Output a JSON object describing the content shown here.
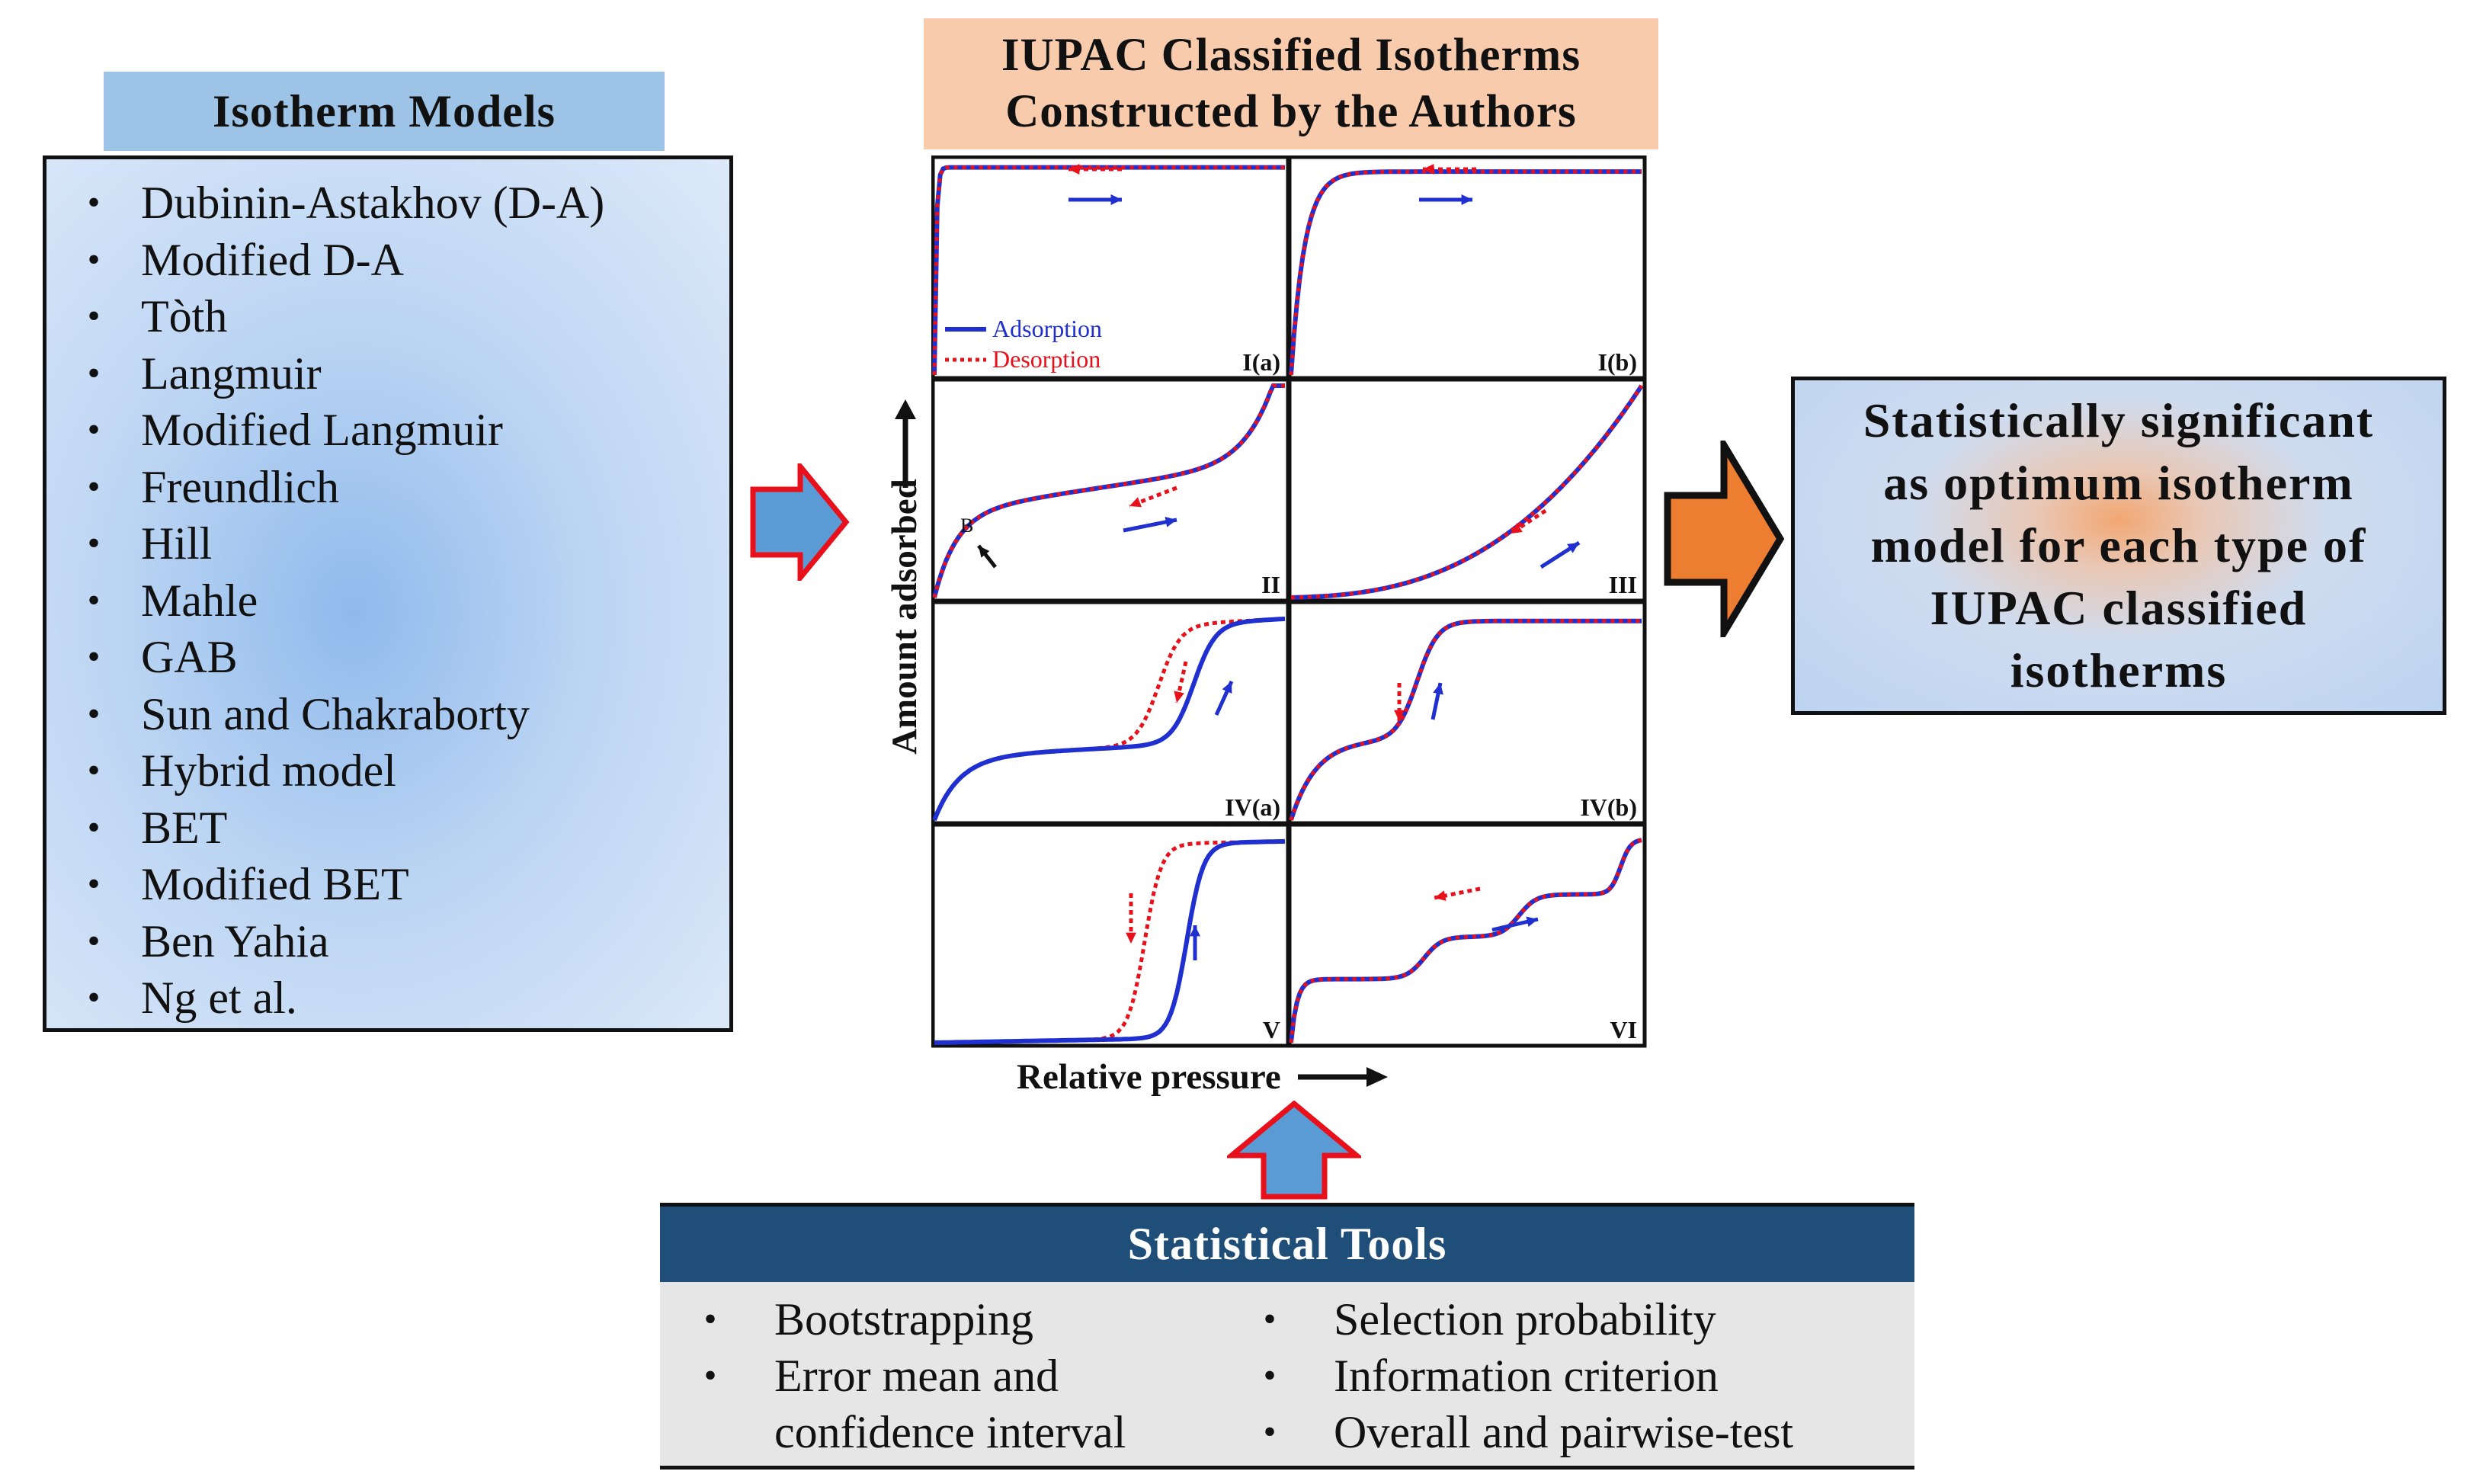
{
  "models": {
    "title": "Isotherm Models",
    "items": [
      "Dubinin-Astakhov (D-A)",
      "Modified D-A",
      "Tòth",
      "Langmuir",
      "Modified Langmuir",
      "Freundlich",
      "Hill",
      "Mahle",
      "GAB",
      "Sun and Chakraborty",
      "Hybrid model",
      "BET",
      "Modified BET",
      "Ben Yahia",
      "Ng et al."
    ]
  },
  "iupac": {
    "title_line1": "IUPAC Classified Isotherms",
    "title_line2": "Constructed by the Authors",
    "ylabel": "Amount adsorbed",
    "xlabel": "Relative pressure",
    "legend": {
      "adsorption": "Adsorption",
      "desorption": "Desorption"
    },
    "point_label": "B",
    "panels": [
      "I(a)",
      "I(b)",
      "II",
      "III",
      "IV(a)",
      "IV(b)",
      "V",
      "VI"
    ]
  },
  "result": {
    "lines": [
      "Statistically significant",
      "as optimum isotherm",
      "model for each type of",
      "IUPAC classified",
      "isotherms"
    ]
  },
  "tools": {
    "title": "Statistical Tools",
    "left": [
      "Bootstrapping",
      "Error mean and",
      "confidence interval"
    ],
    "right": [
      "Selection probability",
      "Information criterion",
      "Overall and pairwise-test"
    ]
  },
  "colors": {
    "adsorption": "#1f2fd0",
    "desorption": "#e8101a",
    "models_title_bg": "#9dc3e6",
    "iupac_title_bg": "#f8cbad",
    "tools_header_bg": "#1f4e79",
    "tools_body_bg": "#e6e6e6",
    "arrow_blue": "#5b9bd5",
    "arrow_orange": "#ed7d31"
  },
  "icons": [
    "bullet-icon",
    "right-arrow-icon",
    "up-arrow-icon"
  ]
}
